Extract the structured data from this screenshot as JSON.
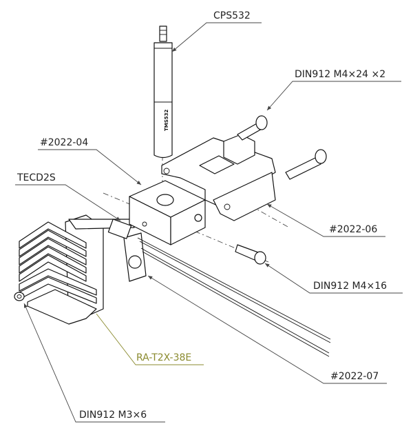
{
  "diagram": {
    "type": "exploded assembly view",
    "accent_color": "#8a8a2e",
    "labels": {
      "probe": "CPS532",
      "screw_m4x24": "DIN912 M4×24 ×2",
      "block_04": "#2022-04",
      "tec": "TECD2S",
      "frame_06": "#2022-06",
      "screw_m4x16": "DIN912 M4×16",
      "heatsink": "RA-T2X-38E",
      "part_07": "#2022-07",
      "screw_m3x6": "DIN912 M3×6"
    }
  }
}
